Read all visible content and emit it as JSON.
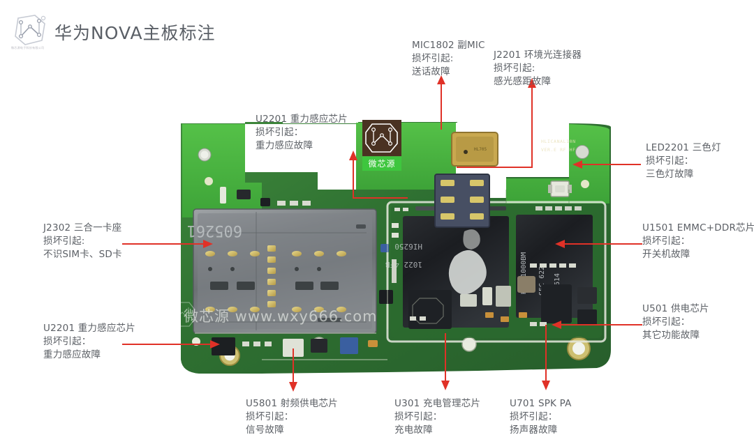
{
  "header": {
    "title": "华为NOVA主板标注",
    "logo_icon": "circuit-hexagon-logo-icon",
    "logo_caption": "微芯源电子科技有限公司"
  },
  "board": {
    "watermark_text": "微芯源 www.wxy666.com",
    "watermark_logo_icon": "octagon-circuit-watermark-icon",
    "brand_tag_text": "微芯源",
    "brand_badge_icon": "octagon-circuit-badge-icon",
    "silkscreen": [
      {
        "name": "board-version-silk-1",
        "text": "HLICANAL10N"
      },
      {
        "name": "board-version-silk-2",
        "text": "VER.E RF HF"
      }
    ],
    "chip_markings": [
      {
        "name": "sim-tray-marking",
        "text": "605261"
      },
      {
        "name": "cpu-marking-1",
        "text": "HI6250"
      },
      {
        "name": "cpu-marking-2",
        "text": "1022"
      },
      {
        "name": "emmc-marking-1",
        "text": "KMRX1000BM"
      },
      {
        "name": "emmc-marking-2",
        "text": "SEC 622"
      },
      {
        "name": "emmc-marking-3",
        "text": "B614"
      }
    ]
  },
  "annotations": [
    {
      "id": "u2201-top",
      "name": "annotation-u2201-gravity-sensor-top",
      "line1": "U2201  重力感应芯片",
      "line2": "损坏引起：",
      "line3": "重力感应故障"
    },
    {
      "id": "mic1802",
      "name": "annotation-mic1802-sub-mic",
      "line1": "MIC1802  副MIC",
      "line2": "损坏引起:",
      "line3": "送话故障"
    },
    {
      "id": "j2201",
      "name": "annotation-j2201-ambient-light-connector",
      "line1": "J2201  环境光连接器",
      "line2": "损坏引起:",
      "line3": "感光感距故障"
    },
    {
      "id": "led2201",
      "name": "annotation-led2201-tricolor-led",
      "line1": "LED2201  三色灯",
      "line2": "损坏引起：",
      "line3": "三色灯故障"
    },
    {
      "id": "u1501",
      "name": "annotation-u1501-emmc-ddr",
      "line1": "U1501  EMMC+DDR芯片",
      "line2": "损坏引起：",
      "line3": "开关机故障"
    },
    {
      "id": "u501",
      "name": "annotation-u501-power-supply-chip",
      "line1": "U501  供电芯片",
      "line2": "损坏引起：",
      "line3": "其它功能故障"
    },
    {
      "id": "j2302",
      "name": "annotation-j2302-three-in-one-card-slot",
      "line1": "J2302  三合一卡座",
      "line2": "损坏引起:",
      "line3": "不识SIM卡、SD卡"
    },
    {
      "id": "u2201-left",
      "name": "annotation-u2201-gravity-sensor-left",
      "line1": "U2201  重力感应芯片",
      "line2": "损坏引起：",
      "line3": "重力感应故障"
    },
    {
      "id": "u5801",
      "name": "annotation-u5801-rf-power-chip",
      "line1": "U5801  射频供电芯片",
      "line2": "损坏引起：",
      "line3": "信号故障"
    },
    {
      "id": "u301",
      "name": "annotation-u301-charge-management-chip",
      "line1": "U301  充电管理芯片",
      "line2": "损坏引起：",
      "line3": "充电故障"
    },
    {
      "id": "u701",
      "name": "annotation-u701-spk-pa",
      "line1": "U701  SPK PA",
      "line2": "损坏引起：",
      "line3": "扬声器故障"
    }
  ],
  "colors": {
    "arrow": "#e03127",
    "text": "#5c6066",
    "title": "#5a5f66",
    "brand_green": "#3ec63e",
    "pcb_green": "#2f7a33"
  }
}
